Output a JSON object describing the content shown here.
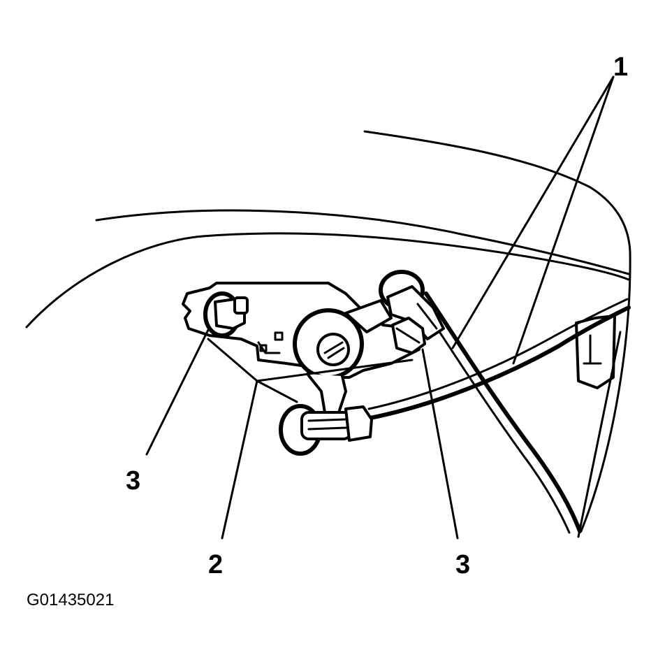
{
  "callouts": {
    "label_1": "1",
    "label_2": "2",
    "label_3_left": "3",
    "label_3_right": "3"
  },
  "figure_id": "G01435021",
  "colors": {
    "ink": "#000000",
    "background": "#ffffff"
  }
}
